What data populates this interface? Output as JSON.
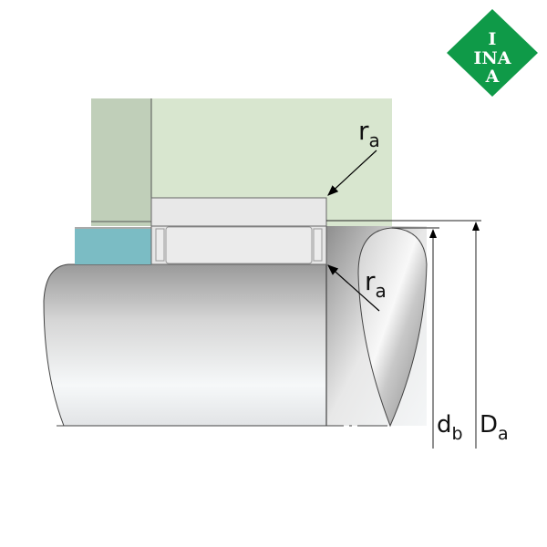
{
  "logo": {
    "text_top": "I",
    "text_mid": "INA",
    "text_bottom": "A",
    "color": "#0f9a48"
  },
  "labels": {
    "ra_upper": {
      "main": "r",
      "sub": "a"
    },
    "ra_lower": {
      "main": "r",
      "sub": "a"
    },
    "db": {
      "main": "d",
      "sub": "b"
    },
    "Da": {
      "main": "D",
      "sub": "a"
    }
  },
  "colors": {
    "housing_dark": "#c0cfb9",
    "housing_light": "#d8e6cf",
    "spacer": "#7bbcc4",
    "bearing": "#e8e8e8"
  }
}
